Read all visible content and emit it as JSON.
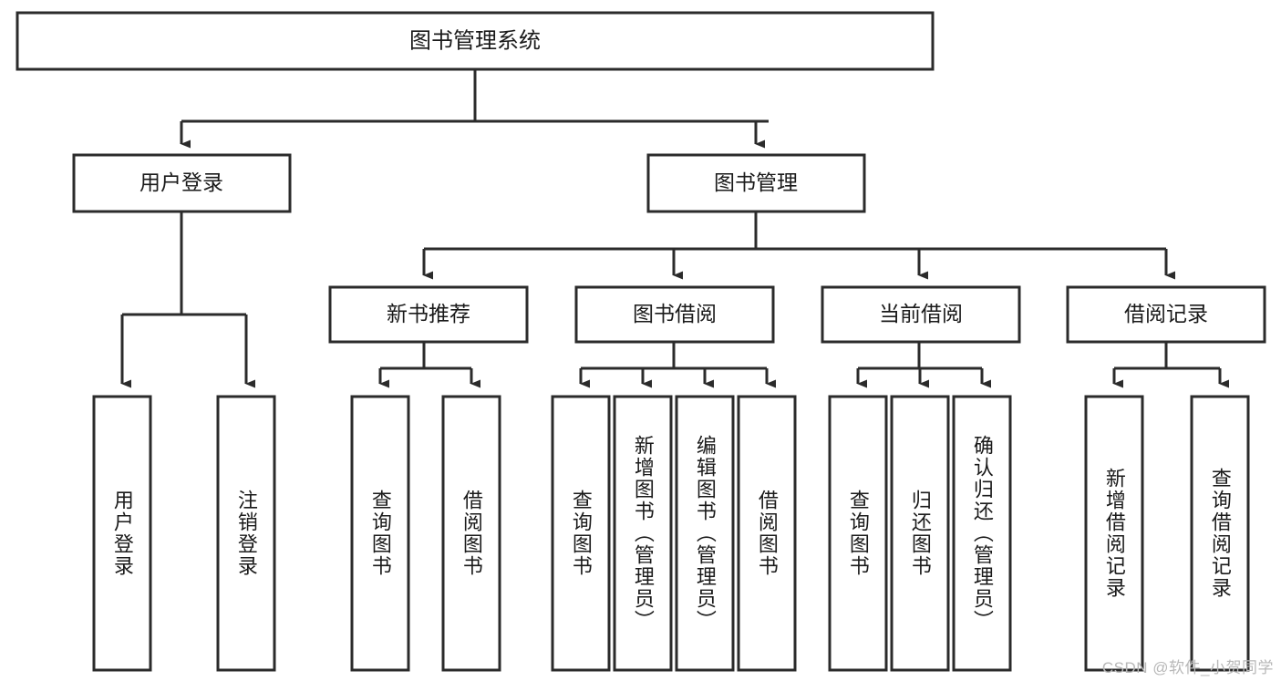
{
  "diagram": {
    "title": "图书管理系统",
    "type": "hierarchy-tree",
    "levels": 4,
    "root": {
      "id": "system-root",
      "label": "图书管理系统",
      "orientation": "horizontal"
    },
    "level2": [
      {
        "id": "user-login",
        "label": "用户登录",
        "orientation": "horizontal"
      },
      {
        "id": "book-management",
        "label": "图书管理",
        "orientation": "horizontal"
      }
    ],
    "level3": [
      {
        "id": "new-book-recommend",
        "label": "新书推荐",
        "orientation": "horizontal",
        "parent": "book-management"
      },
      {
        "id": "book-borrow",
        "label": "图书借阅",
        "orientation": "horizontal",
        "parent": "book-management"
      },
      {
        "id": "current-borrow",
        "label": "当前借阅",
        "orientation": "horizontal",
        "parent": "book-management"
      },
      {
        "id": "borrow-record",
        "label": "借阅记录",
        "orientation": "horizontal",
        "parent": "book-management"
      }
    ],
    "leaves": [
      {
        "id": "leaf-user-login",
        "label": "用户登录",
        "orientation": "vertical",
        "parent": "user-login"
      },
      {
        "id": "leaf-logout",
        "label": "注销登录",
        "orientation": "vertical",
        "parent": "user-login"
      },
      {
        "id": "leaf-query-book-1",
        "label": "查询图书",
        "orientation": "vertical",
        "parent": "new-book-recommend"
      },
      {
        "id": "leaf-borrow-book-1",
        "label": "借阅图书",
        "orientation": "vertical",
        "parent": "new-book-recommend"
      },
      {
        "id": "leaf-query-book-2",
        "label": "查询图书",
        "orientation": "vertical",
        "parent": "book-borrow"
      },
      {
        "id": "leaf-add-book",
        "label": "新增图书（管理员）",
        "orientation": "vertical",
        "parent": "book-borrow"
      },
      {
        "id": "leaf-edit-book",
        "label": "编辑图书（管理员）",
        "orientation": "vertical",
        "parent": "book-borrow"
      },
      {
        "id": "leaf-borrow-book-2",
        "label": "借阅图书",
        "orientation": "vertical",
        "parent": "book-borrow"
      },
      {
        "id": "leaf-query-book-3",
        "label": "查询图书",
        "orientation": "vertical",
        "parent": "current-borrow"
      },
      {
        "id": "leaf-return-book",
        "label": "归还图书",
        "orientation": "vertical",
        "parent": "current-borrow"
      },
      {
        "id": "leaf-confirm-return",
        "label": "确认归还（管理员）",
        "orientation": "vertical",
        "parent": "current-borrow"
      },
      {
        "id": "leaf-add-record",
        "label": "新增借阅记录",
        "orientation": "vertical",
        "parent": "borrow-record"
      },
      {
        "id": "leaf-query-record",
        "label": "查询借阅记录",
        "orientation": "vertical",
        "parent": "borrow-record"
      }
    ]
  },
  "watermark": {
    "text": "CSDN @软件_小贺同学"
  },
  "colors": {
    "box_stroke": "#2b2b2b",
    "box_fill": "#ffffff",
    "text": "#1a1a1a",
    "background": "#ffffff",
    "watermark": "#b8b8b8"
  }
}
